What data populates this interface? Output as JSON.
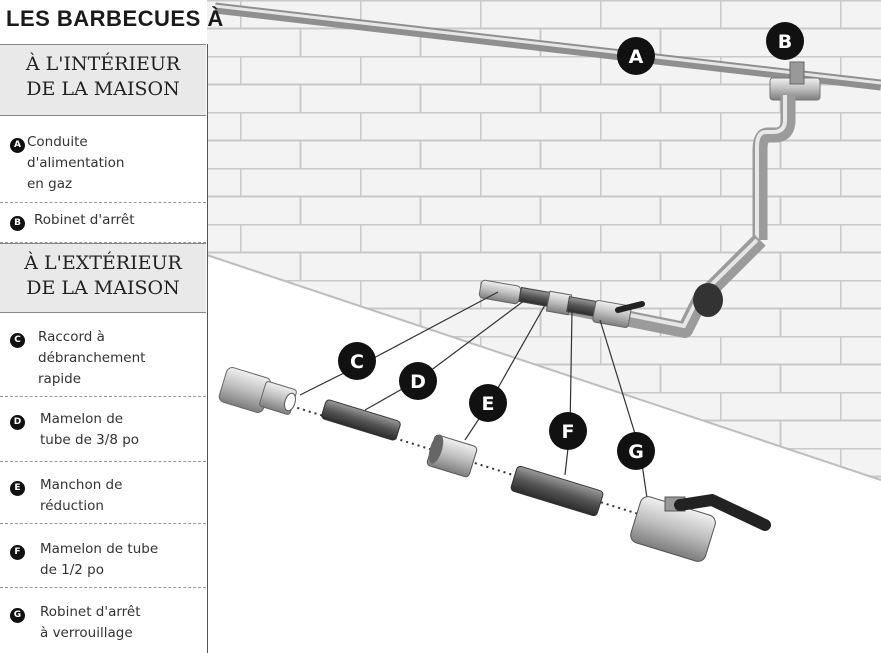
{
  "title": "LES BARBECUES À",
  "legend": {
    "sections": [
      {
        "heading_line1": "À L'INTÉRIEUR",
        "heading_line2": "DE LA MAISON"
      },
      {
        "heading_line1": "À L'EXTÉRIEUR",
        "heading_line2": "DE LA MAISON"
      }
    ],
    "items": [
      {
        "letter": "A",
        "text": "Conduite\nd'alimentation\nen gaz"
      },
      {
        "letter": "B",
        "text": "Robinet d'arrêt"
      },
      {
        "letter": "C",
        "text": "Raccord à\ndébranchement\nrapide"
      },
      {
        "letter": "D",
        "text": "Mamelon de\ntube de 3/8 po"
      },
      {
        "letter": "E",
        "text": "Manchon de\nréduction"
      },
      {
        "letter": "F",
        "text": "Mamelon de tube\nde 1/2 po"
      },
      {
        "letter": "G",
        "text": "Robinet d'arrêt\nà verrouillage"
      }
    ]
  },
  "callouts": [
    "A",
    "B",
    "C",
    "D",
    "E",
    "F",
    "G"
  ]
}
